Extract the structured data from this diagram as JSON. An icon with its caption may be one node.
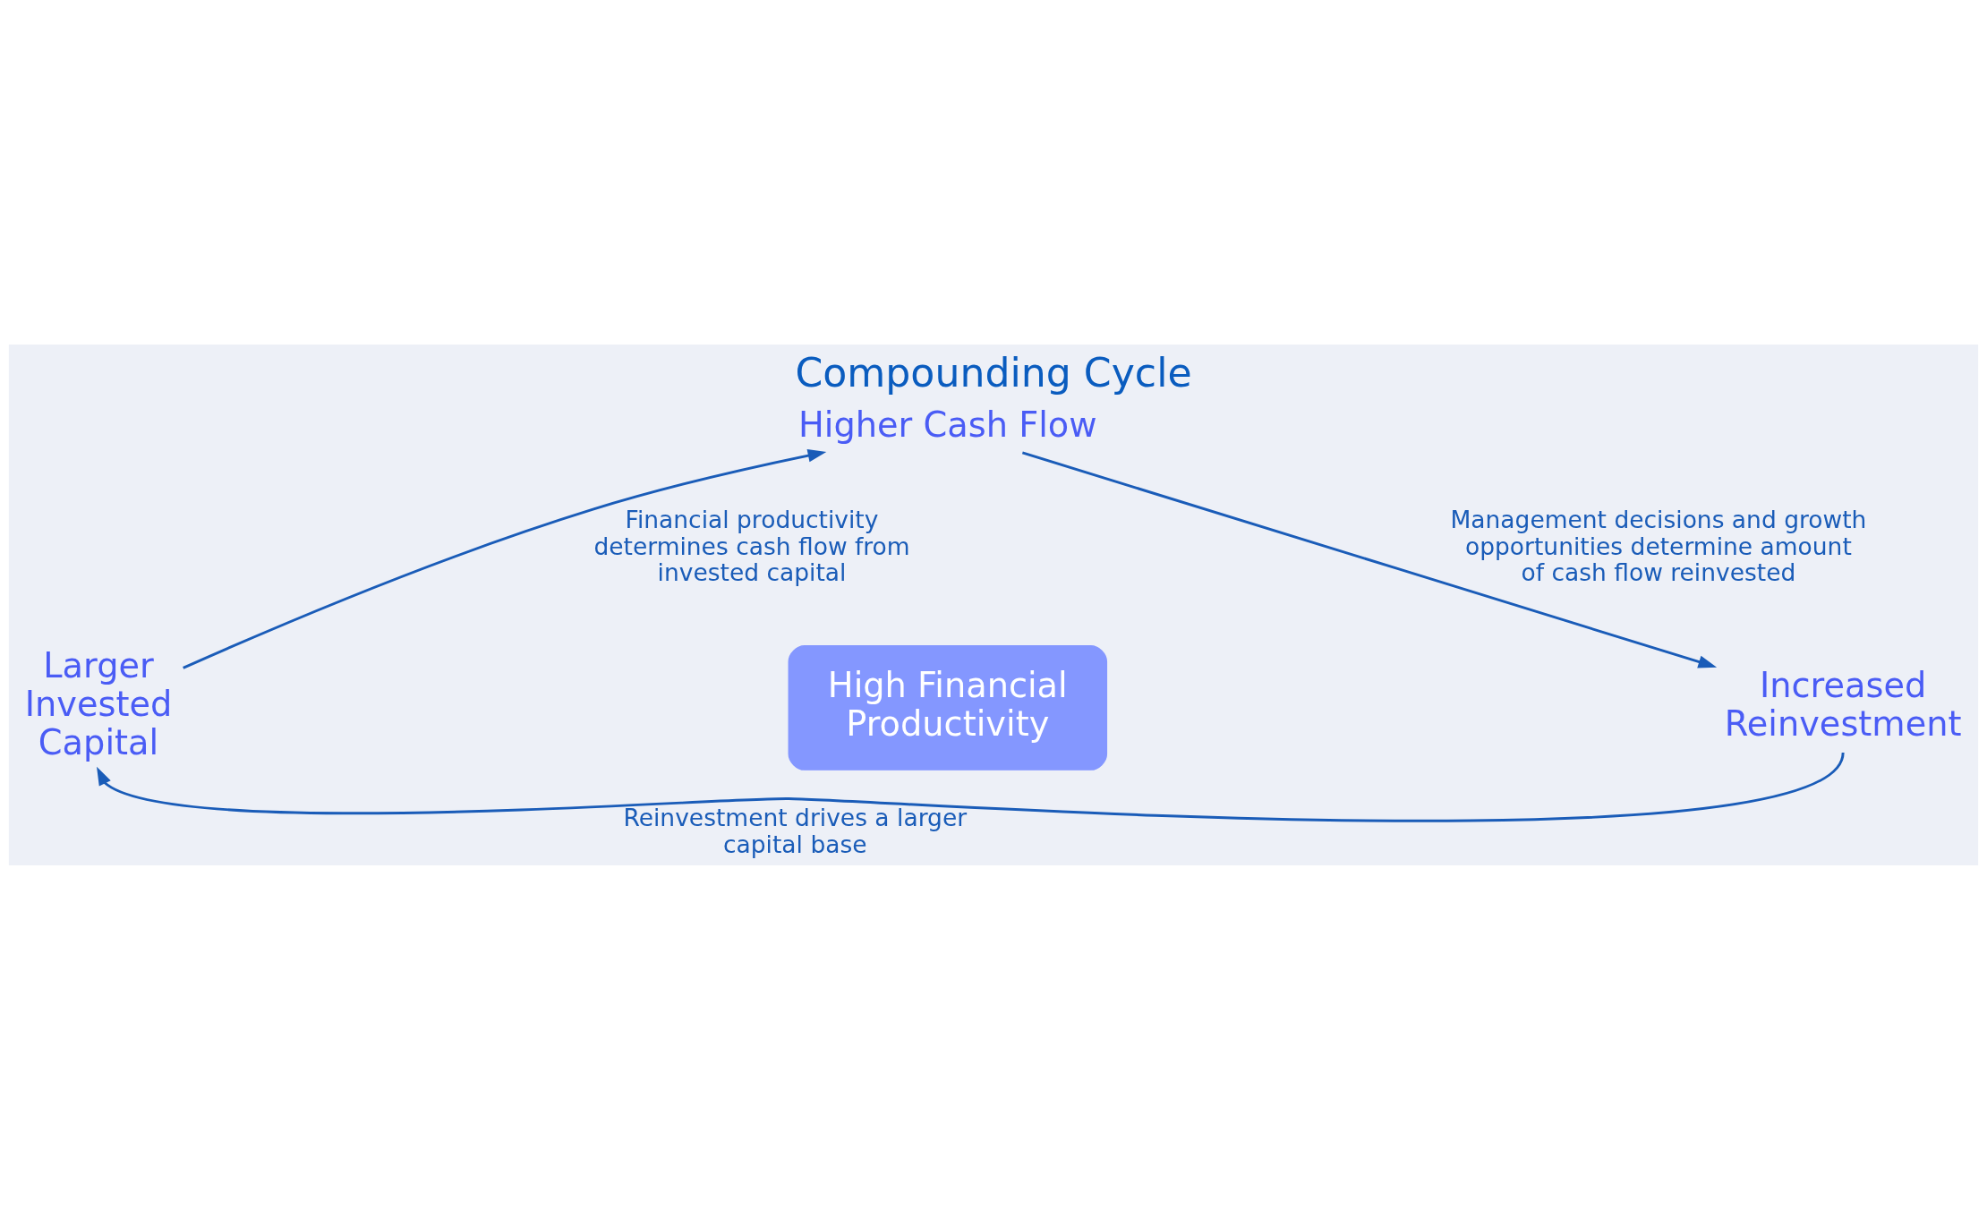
{
  "diagram": {
    "title": "Compounding Cycle",
    "nodes": [
      {
        "text": [
          "Higher Cash Flow"
        ]
      },
      {
        "text": [
          "Increased Reinvestment"
        ]
      },
      {
        "text": [
          "Larger Invested Capital"
        ]
      },
      {
        "text": [
          "High Financial Productivity"
        ]
      }
    ],
    "edges": [
      {
        "from": 0,
        "to": 1,
        "arrow": "to",
        "label": "Management decisions and growth opportunities determine amount of cash flow reinvested"
      },
      {
        "from": 1,
        "to": 2,
        "arrow": "to",
        "label": "Reinvestment drives a larger capital base"
      },
      {
        "from": 2,
        "to": 0,
        "arrow": "to",
        "label": "Financial productivity determines cash flow from invested capital"
      }
    ]
  }
}
